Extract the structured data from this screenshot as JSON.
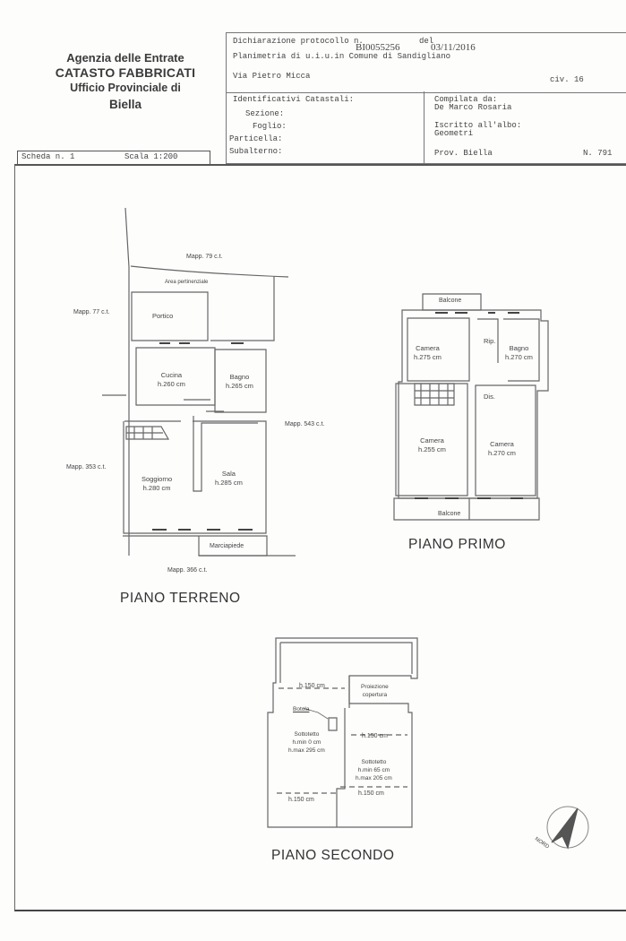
{
  "agency": {
    "line1": "Agenzia delle Entrate",
    "line2": "CATASTO FABBRICATI",
    "line3": "Ufficio Provinciale di",
    "line4": "Biella"
  },
  "header": {
    "protocol_label": "Dichiarazione protocollo n.",
    "protocol_number": "BI0055256",
    "date_label": "del",
    "date": "03/11/2016",
    "planimetry_line": "Planimetria di u.i.u.in Comune di Sandigliano",
    "address": "Via Pietro Micca",
    "civic": "civ. 16"
  },
  "identifiers": {
    "title": "Identificativi Catastali:",
    "sezione": "Sezione:",
    "foglio": "Foglio:",
    "particella": "Particella:",
    "subalterno": "Subalterno:"
  },
  "compiler": {
    "compiled_label": "Compilata da:",
    "compiled_name": "De Marco Rosaria",
    "registered_label": "Iscritto all'albo:",
    "registered_value": "Geometri",
    "province": "Prov. Biella",
    "number": "N. 791"
  },
  "sheet": {
    "scheda": "Scheda n. 1",
    "scala": "Scala 1:200"
  },
  "piano_terreno": {
    "title": "PIANO TERRENO",
    "neighbors": {
      "north": "Mapp. 79 c.t.",
      "west_top": "Mapp. 77 c.t.",
      "east": "Mapp. 543 c.t.",
      "west_bottom": "Mapp. 353 c.t.",
      "south": "Mapp. 366 c.t."
    },
    "area": "Area pertinenziale",
    "rooms": [
      {
        "name": "Portico",
        "height": ""
      },
      {
        "name": "Cucina",
        "height": "h.260 cm"
      },
      {
        "name": "Bagno",
        "height": "h.265 cm"
      },
      {
        "name": "Soggiorno",
        "height": "h.280 cm"
      },
      {
        "name": "Sala",
        "height": "h.285 cm"
      }
    ],
    "sidewalk": "Marciapiede"
  },
  "piano_primo": {
    "title": "PIANO PRIMO",
    "balcony_top": "Balcone",
    "balcony_bottom": "Balcone",
    "rooms": [
      {
        "name": "Camera",
        "height": "h.275 cm"
      },
      {
        "name": "Rip.",
        "height": ""
      },
      {
        "name": "Bagno",
        "height": "h.270 cm"
      },
      {
        "name": "Dis.",
        "height": ""
      },
      {
        "name": "Camera",
        "height": "h.255 cm"
      },
      {
        "name": "Camera",
        "height": "h.270 cm"
      }
    ]
  },
  "piano_secondo": {
    "title": "PIANO SECONDO",
    "h150": "h.150 cm",
    "projection": [
      "Proiezione",
      "copertura"
    ],
    "hatch": "Botola",
    "left_attic": [
      "Sottotetto",
      "h.min 0 cm",
      "h.max 295 cm"
    ],
    "right_attic": [
      "Sottotetto",
      "h.min 65 cm",
      "h.max 205 cm"
    ]
  },
  "compass": {
    "label": "NORD"
  }
}
